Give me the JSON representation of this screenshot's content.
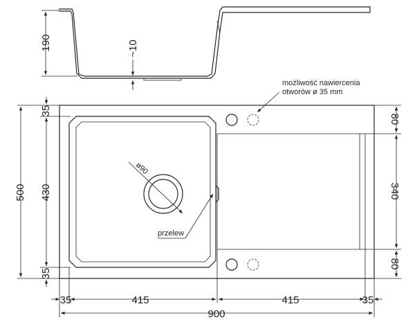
{
  "dimensions": {
    "depth": "190",
    "bottom_offset": "~10",
    "left_rim_top": "35",
    "bowl_length": "430",
    "left_rim_bottom": "35",
    "total_depth": "500",
    "right_top": "80",
    "drainer_length": "340",
    "right_bottom": "80",
    "bottom_left_margin": "35",
    "bowl_width": "415",
    "drainer_width": "415",
    "bottom_right_margin": "35",
    "total_width": "900"
  },
  "labels": {
    "hole_note_line1": "możliwość nawiercenia",
    "hole_note_line2": "otworów ø 35 mm",
    "drain_diameter": "ø90",
    "overflow": "przelew"
  },
  "colors": {
    "stroke": "#222222",
    "background": "#ffffff"
  }
}
